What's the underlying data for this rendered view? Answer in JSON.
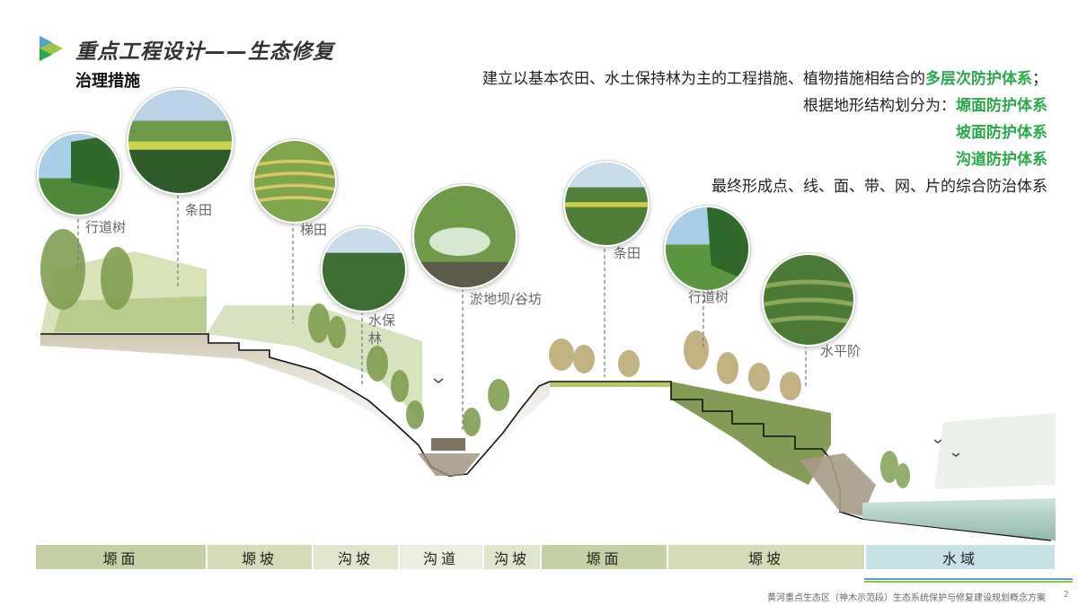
{
  "header": {
    "title": "重点工程设计——生态修复",
    "section": "治理措施"
  },
  "description": {
    "line1_prefix": "建立以基本农田、水土保持林为主的工程措施、植物措施相结合的",
    "line1_highlight": "多层次防护体系",
    "line1_suffix": "；",
    "line2_prefix": "根据地形结构划分为：",
    "line2_highlight": "塬面防护体系",
    "line3": "坡面防护体系",
    "line4": "沟道防护体系",
    "line5": "最终形成点、线、面、带、网、片的综合防治体系"
  },
  "callouts": {
    "c1": "行道树",
    "c2": "条田",
    "c3": "梯田",
    "c4": "水保林",
    "c5": "淤地坝/谷坊",
    "c6": "条田",
    "c7": "行道树",
    "c8": "水平阶"
  },
  "zones": [
    {
      "label": "塬面",
      "color": "#c5d1a4"
    },
    {
      "label": "塬坡",
      "color": "#d3dcb5"
    },
    {
      "label": "沟坡",
      "color": "#dfe6cb"
    },
    {
      "label": "沟道",
      "color": "#ebefe0"
    },
    {
      "label": "沟坡",
      "color": "#dfe6cb"
    },
    {
      "label": "塬面",
      "color": "#c5d1a4"
    },
    {
      "label": "塬坡",
      "color": "#d3dcb5"
    },
    {
      "label": "水域",
      "color": "#c6e2e7"
    }
  ],
  "colors": {
    "accent_green": "#2aa84a",
    "footer_line_blue": "#4fa6c8",
    "footer_line_green": "#9cc54a"
  },
  "footer": {
    "text": "黄河重点生态区（神木示范段）生态系统保护与修复建设规划概念方案",
    "page": "2"
  }
}
